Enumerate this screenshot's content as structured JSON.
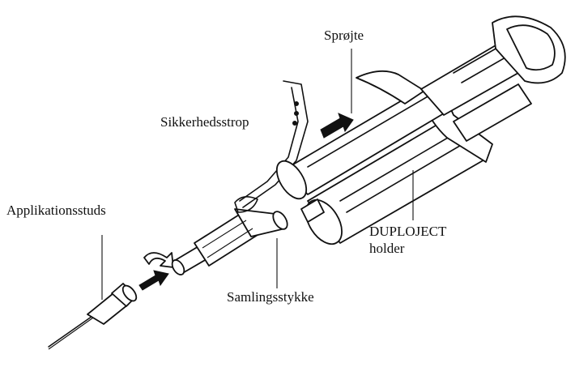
{
  "labels": {
    "sprojte": "Sprøjte",
    "sikkerhedsstrop": "Sikkerhedsstrop",
    "applikationsstuds": "Applikationsstuds",
    "duploject_line1": "DUPLOJECT",
    "duploject_line2": "holder",
    "samlingsstykke": "Samlingsstykke"
  }
}
